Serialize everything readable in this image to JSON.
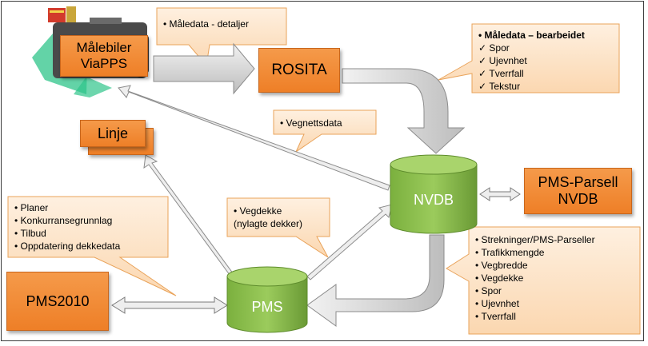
{
  "nodes": {
    "malebiler": {
      "line1": "Målebiler",
      "line2": "ViaPPS"
    },
    "rosita": "ROSITA",
    "linje": "Linje",
    "nvdb": "NVDB",
    "pms_parsell": {
      "line1": "PMS-Parsell",
      "line2": "NVDB"
    },
    "pms2010": "PMS2010",
    "pms": "PMS"
  },
  "callouts": {
    "maledata_detaljer": [
      "Måledata - detaljer"
    ],
    "maledata_bearbeidet": {
      "title": "Måledata – bearbeidet",
      "items": [
        "Spor",
        "Ujevnhet",
        "Tverrfall",
        "Tekstur"
      ]
    },
    "vegnettsdata": [
      "Vegnettsdata"
    ],
    "planer": [
      "Planer",
      "Konkurransegrunnlag",
      "Tilbud",
      "Oppdatering dekkedata"
    ],
    "vegdekke": {
      "line1": "Vegdekke",
      "line2": "(nylagte dekker)"
    },
    "strekninger": [
      "Strekninger/PMS-Parseller",
      "Trafikkmengde",
      "Vegbredde",
      "Vegdekke",
      "Spor",
      "Ujevnhet",
      "Tverrfall"
    ]
  },
  "colors": {
    "box_fill": "#ee8430",
    "callout_fill": "#fde3c8",
    "cylinder_fill": "#8dc04e",
    "arrow_fill": "#d9d9d9"
  },
  "icons": {
    "vehicle": "measurement-vehicle-illustration"
  }
}
